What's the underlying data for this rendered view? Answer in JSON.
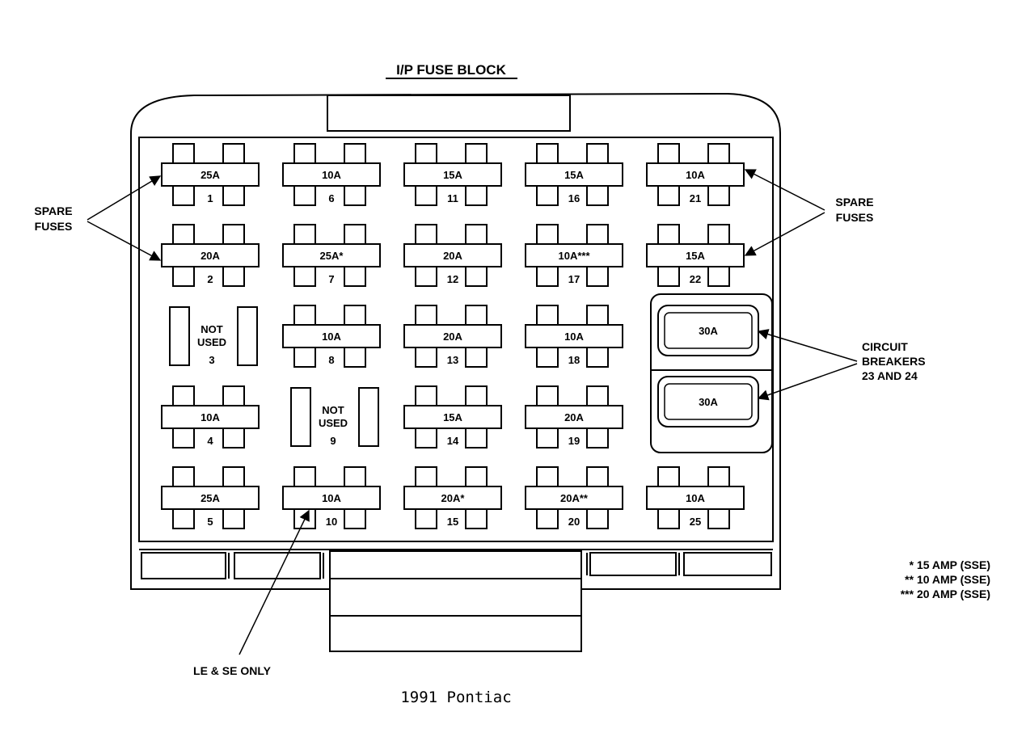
{
  "title": "I/P FUSE BLOCK",
  "caption": "1991 Pontiac",
  "callouts": {
    "spare_left": [
      "SPARE",
      "FUSES"
    ],
    "spare_right": [
      "SPARE",
      "FUSES"
    ],
    "breakers": [
      "CIRCUIT",
      "BREAKERS",
      "23 AND 24"
    ],
    "le_se": "LE & SE ONLY"
  },
  "not_used": [
    "NOT",
    "USED"
  ],
  "notes": [
    "* 15 AMP (SSE)",
    "** 10 AMP (SSE)",
    "*** 20 AMP (SSE)"
  ],
  "fuses": [
    {
      "num": "1",
      "rating": "25A"
    },
    {
      "num": "2",
      "rating": "20A"
    },
    {
      "num": "3",
      "rating": null
    },
    {
      "num": "4",
      "rating": "10A"
    },
    {
      "num": "5",
      "rating": "25A"
    },
    {
      "num": "6",
      "rating": "10A"
    },
    {
      "num": "7",
      "rating": "25A*"
    },
    {
      "num": "8",
      "rating": "10A"
    },
    {
      "num": "9",
      "rating": null
    },
    {
      "num": "10",
      "rating": "10A"
    },
    {
      "num": "11",
      "rating": "15A"
    },
    {
      "num": "12",
      "rating": "20A"
    },
    {
      "num": "13",
      "rating": "20A"
    },
    {
      "num": "14",
      "rating": "15A"
    },
    {
      "num": "15",
      "rating": "20A*"
    },
    {
      "num": "16",
      "rating": "15A"
    },
    {
      "num": "17",
      "rating": "10A***"
    },
    {
      "num": "18",
      "rating": "10A"
    },
    {
      "num": "19",
      "rating": "20A"
    },
    {
      "num": "20",
      "rating": "20A**"
    },
    {
      "num": "21",
      "rating": "10A"
    },
    {
      "num": "22",
      "rating": "15A"
    },
    {
      "num": "25",
      "rating": "10A"
    }
  ],
  "breakers": [
    {
      "num": "23",
      "rating": "30A"
    },
    {
      "num": "24",
      "rating": "30A"
    }
  ]
}
